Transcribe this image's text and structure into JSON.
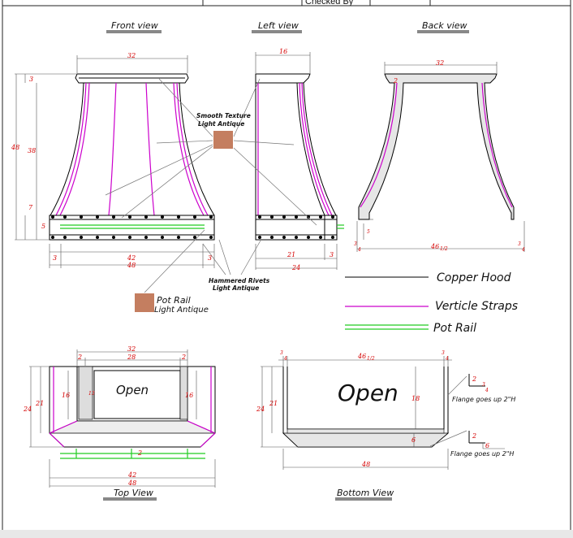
{
  "title_block": {
    "checked_by": "Checked By"
  },
  "views": {
    "front": "Front view",
    "left": "Left view",
    "back": "Back view",
    "top": "Top View",
    "bottom": "Bottom View"
  },
  "dimensions": {
    "front": {
      "top_width": "32",
      "crown": "3",
      "total_height": "48",
      "body_height": "38",
      "band": "7",
      "rail_band": "5",
      "side_left": "3",
      "side_right": "3",
      "bottom_inner": "42",
      "bottom_total": "48"
    },
    "left": {
      "top_width": "16",
      "depth": "21",
      "side": "3",
      "total_depth": "24"
    },
    "back": {
      "top_width": "32",
      "thickness": "2",
      "bottom_span": "46",
      "bottom_span_frac": "1/2",
      "side_frac_num": "3",
      "side_frac_den": "4",
      "rail_dim": "5"
    },
    "top": {
      "width": "32",
      "inner_width": "28",
      "left": "2",
      "right": "2",
      "depth": "24",
      "inner_depth": "21",
      "side_left": "16",
      "side_right": "16",
      "middle": "13",
      "rail": "2",
      "bottom_inner": "42",
      "bottom_total": "48"
    },
    "bottom": {
      "span": "46",
      "span_frac": "1/2",
      "left_num": "3",
      "left_den": "4",
      "right_num": "3",
      "right_den": "4",
      "depth": "24",
      "inner_depth": "21",
      "height": "18",
      "flange": "6",
      "width": "48",
      "flange_top_a": "2",
      "flange_top_num": "3",
      "flange_top_den": "4",
      "flange_bot_a": "2",
      "flange_bot_b": "6"
    }
  },
  "notes": {
    "smooth_texture_1": "Smooth Texture",
    "smooth_texture_2": "Light Antique",
    "rivets_1": "Hammered Rivets",
    "rivets_2": "Light Antique",
    "pot_rail_1": "Pot Rail",
    "pot_rail_2": "Light Antique",
    "open_top": "Open",
    "open_bottom": "Open",
    "flange_top": "Flange goes up 2\"H",
    "flange_bottom": "Flange goes up 2\"H"
  },
  "legend": [
    {
      "label": "Copper Hood",
      "color": "#000000"
    },
    {
      "label": "Verticle Straps",
      "color": "#cc00cc"
    },
    {
      "label": "Pot Rail",
      "color": "#22cc22"
    }
  ],
  "colors": {
    "dimension": "#d40000",
    "strap": "#cc00cc",
    "rail": "#22cc22",
    "swatch": "#c47e60"
  }
}
